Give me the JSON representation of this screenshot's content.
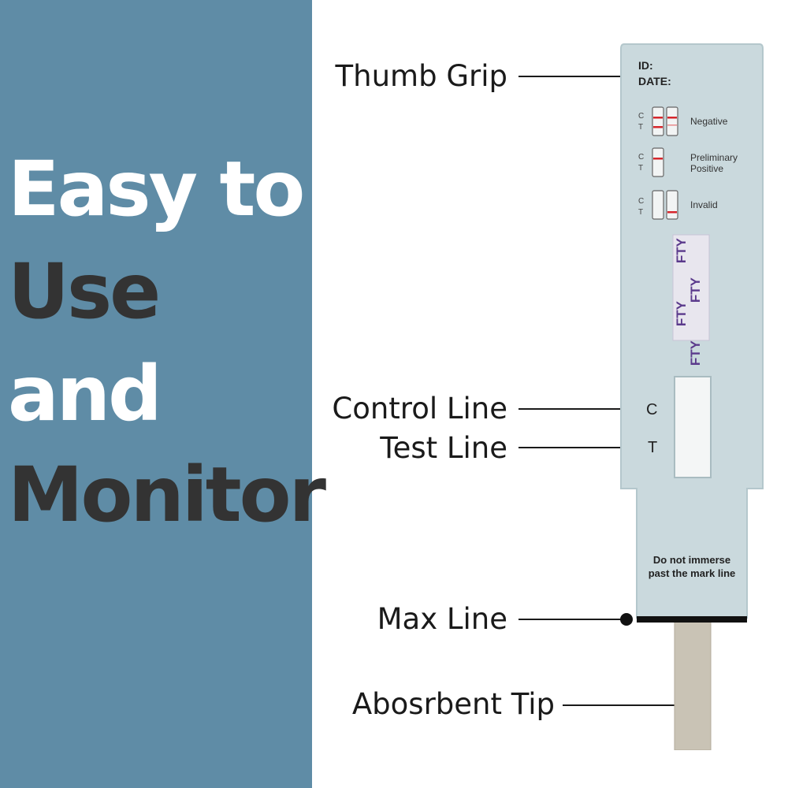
{
  "headline": {
    "lines": [
      "Easy to",
      "Use",
      "and",
      "Monitor"
    ],
    "line_colors": [
      "#ffffff",
      "#333333",
      "#ffffff",
      "#333333"
    ]
  },
  "callouts": {
    "thumb_grip": "Thumb Grip",
    "control_line": "Control Line",
    "test_line": "Test Line",
    "max_line": "Max Line",
    "absorbent_tip": "Abosrbent Tip"
  },
  "device": {
    "id_label": "ID:",
    "date_label": "DATE:",
    "legend": {
      "ct_c": "C",
      "ct_t": "T",
      "negative": "Negative",
      "preliminary": "Preliminary",
      "positive": "Positive",
      "invalid": "Invalid"
    },
    "drug_code": "FTY",
    "window_c": "C",
    "window_t": "T",
    "warning_line1": "Do not immerse",
    "warning_line2": "past the mark line"
  },
  "colors": {
    "panel": "#5f8ca6",
    "device_body": "#cad9dd",
    "test_line_red": "#d6262c",
    "drug_code_purple": "#5b3a8c"
  }
}
